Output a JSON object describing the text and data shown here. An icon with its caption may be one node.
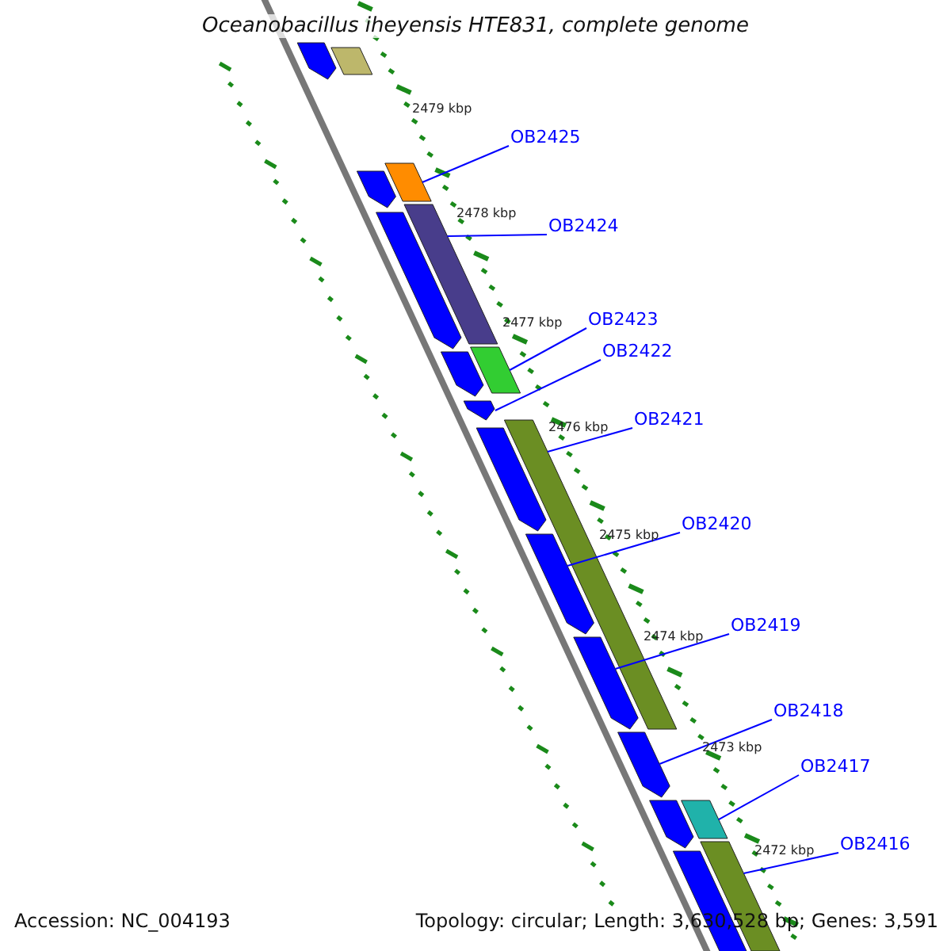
{
  "diagram": {
    "title": "Oceanobacillus iheyensis HTE831, complete genome",
    "nodes": [
      {
        "text": [
          "OB2425"
        ]
      },
      {
        "text": [
          "OB2424"
        ]
      },
      {
        "text": [
          "OB2423"
        ]
      },
      {
        "text": [
          "OB2422"
        ]
      },
      {
        "text": [
          "OB2421"
        ]
      },
      {
        "text": [
          "OB2420"
        ]
      },
      {
        "text": [
          "OB2419"
        ]
      },
      {
        "text": [
          "OB2418"
        ]
      },
      {
        "text": [
          "OB2417"
        ]
      },
      {
        "text": [
          "OB2416"
        ]
      },
      {
        "text": [],
        "shape": "bar"
      },
      {
        "text": [],
        "shape": "bar"
      },
      {
        "text": [],
        "shape": "bar"
      },
      {
        "text": [],
        "shape": "bar"
      },
      {
        "text": [],
        "shape": "bar"
      },
      {
        "text": [],
        "shape": "bar"
      },
      {
        "text": [],
        "shape": "bar"
      },
      {
        "text": [],
        "shape": "bar"
      },
      {
        "text": [],
        "shape": "bar"
      },
      {
        "text": [],
        "shape": "bar"
      },
      {
        "text": [],
        "shape": "bar"
      },
      {
        "text": [],
        "shape": "bar"
      },
      {
        "text": [],
        "shape": "bar"
      },
      {
        "text": [],
        "shape": "bar"
      },
      {
        "text": [],
        "shape": "bar"
      },
      {
        "text": [],
        "shape": "bar"
      },
      {
        "text": [],
        "shape": "bar"
      },
      {
        "text": [],
        "shape": "bar"
      }
    ],
    "edges": [
      {
        "from": 0,
        "to": 10,
        "arrow": "none"
      },
      {
        "from": 1,
        "to": 11,
        "arrow": "none"
      },
      {
        "from": 2,
        "to": 12,
        "arrow": "none"
      },
      {
        "from": 3,
        "to": 13,
        "arrow": "none"
      },
      {
        "from": 4,
        "to": 14,
        "arrow": "none"
      },
      {
        "from": 5,
        "to": 15,
        "arrow": "none"
      },
      {
        "from": 6,
        "to": 16,
        "arrow": "none"
      },
      {
        "from": 7,
        "to": 17,
        "arrow": "none"
      },
      {
        "from": 8,
        "to": 18,
        "arrow": "none"
      },
      {
        "from": 9,
        "to": 19,
        "arrow": "none"
      }
    ],
    "labels": [
      "2479 kbp",
      "2478 kbp",
      "2477 kbp",
      "2476 kbp",
      "2475 kbp",
      "2474 kbp",
      "2473 kbp",
      "2472 kbp",
      "Accession: NC_004193",
      "Topology: circular; Length: 3,630,528 bp; Genes: 3,591"
    ]
  }
}
